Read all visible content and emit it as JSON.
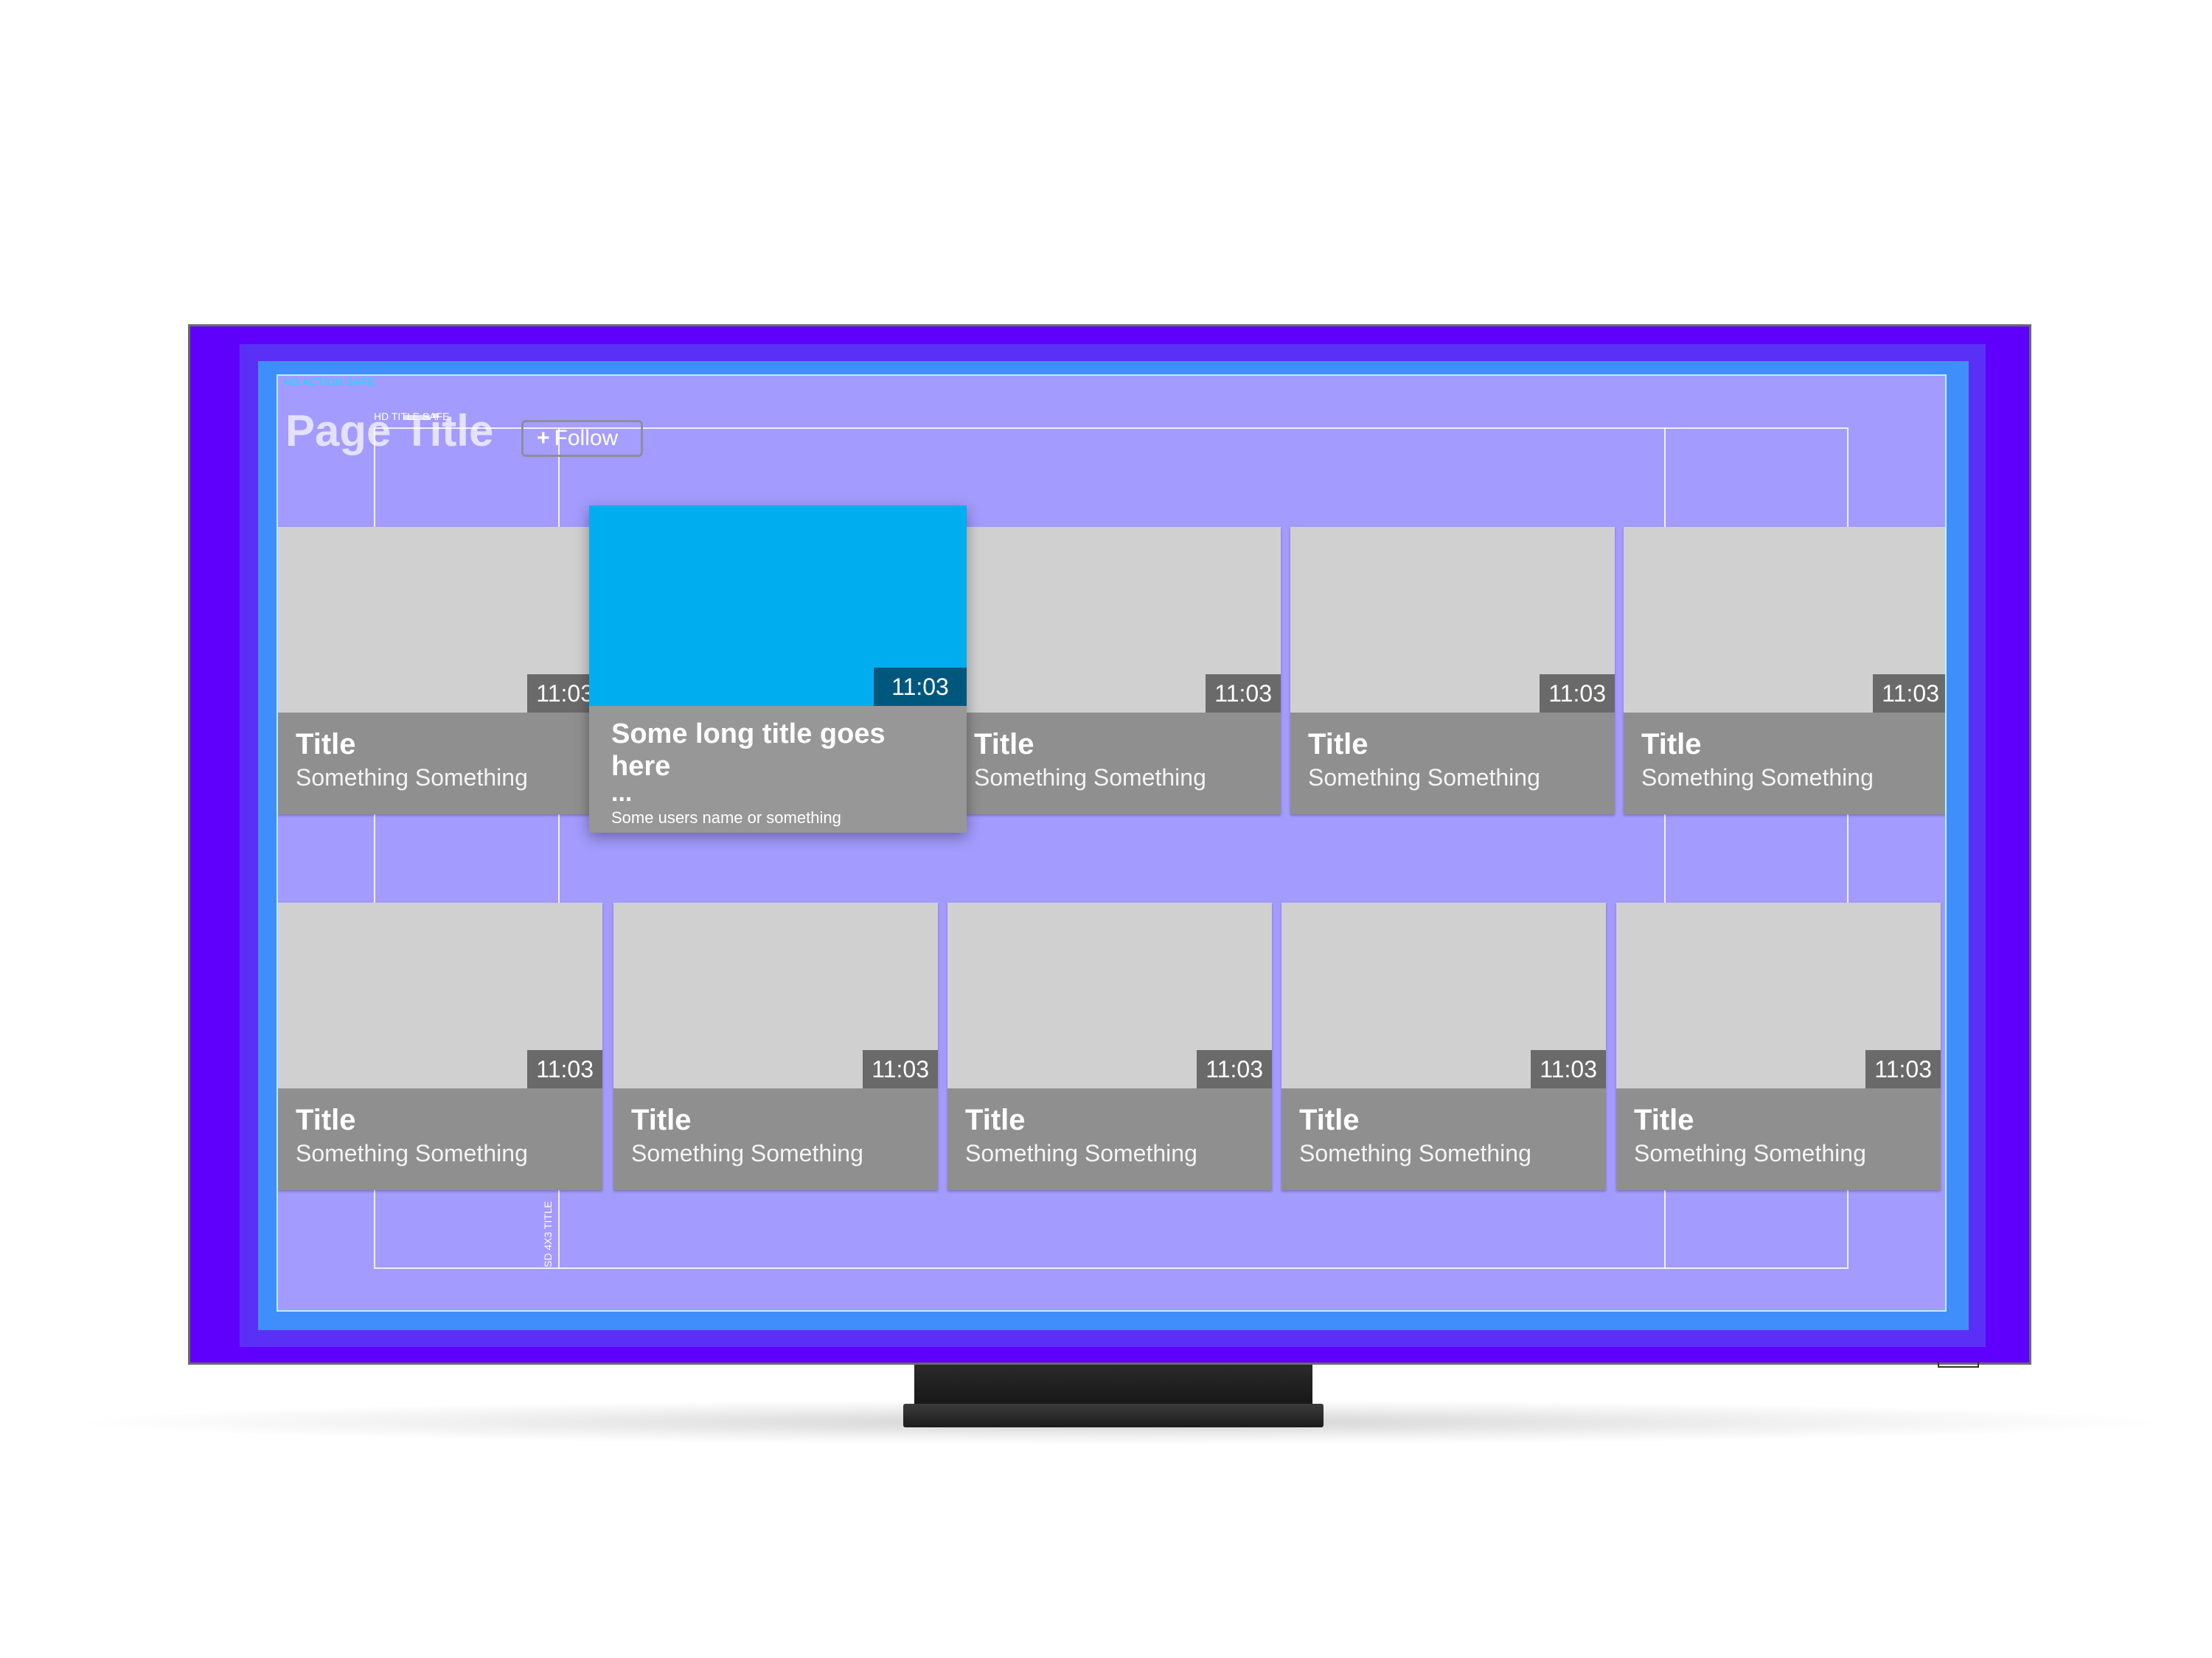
{
  "screen": {
    "safe_area_label": "HD ACTION SAFE",
    "title_safe_label": "HD TITLE SAFE",
    "sd_label": "SD 4X3 TITLE",
    "colors": {
      "frame": "#5e00fb",
      "screen_bg": "#a39bfd",
      "card_thumb": "#d0d0d0",
      "card_meta": "#8f8f8f",
      "focused_thumb": "#00aeef",
      "focused_duration": "#00577d"
    }
  },
  "header": {
    "page_title": "Page Title",
    "follow_icon": "plus-icon",
    "follow_plus": "+",
    "follow_label": "Follow"
  },
  "focused_card": {
    "title": "Some long title goes here",
    "ellipsis": "...",
    "user": "Some users name or something",
    "duration": "11:03"
  },
  "row1": [
    {
      "title": "Title",
      "subtitle": "Something Something",
      "duration": "11:03"
    },
    {
      "title": "Title",
      "subtitle": "Something Something",
      "duration": "11:03"
    },
    {
      "title": "Title",
      "subtitle": "Something Something",
      "duration": "11:03"
    },
    {
      "title": "Title",
      "subtitle": "Something Something",
      "duration": "11:03"
    }
  ],
  "row2": [
    {
      "title": "Title",
      "subtitle": "Something Something",
      "duration": "11:03"
    },
    {
      "title": "Title",
      "subtitle": "Something Something",
      "duration": "11:03"
    },
    {
      "title": "Title",
      "subtitle": "Something Something",
      "duration": "11:03"
    },
    {
      "title": "Title",
      "subtitle": "Something Something",
      "duration": "11:03"
    },
    {
      "title": "Title",
      "subtitle": "Something Something",
      "duration": "11:03"
    }
  ]
}
